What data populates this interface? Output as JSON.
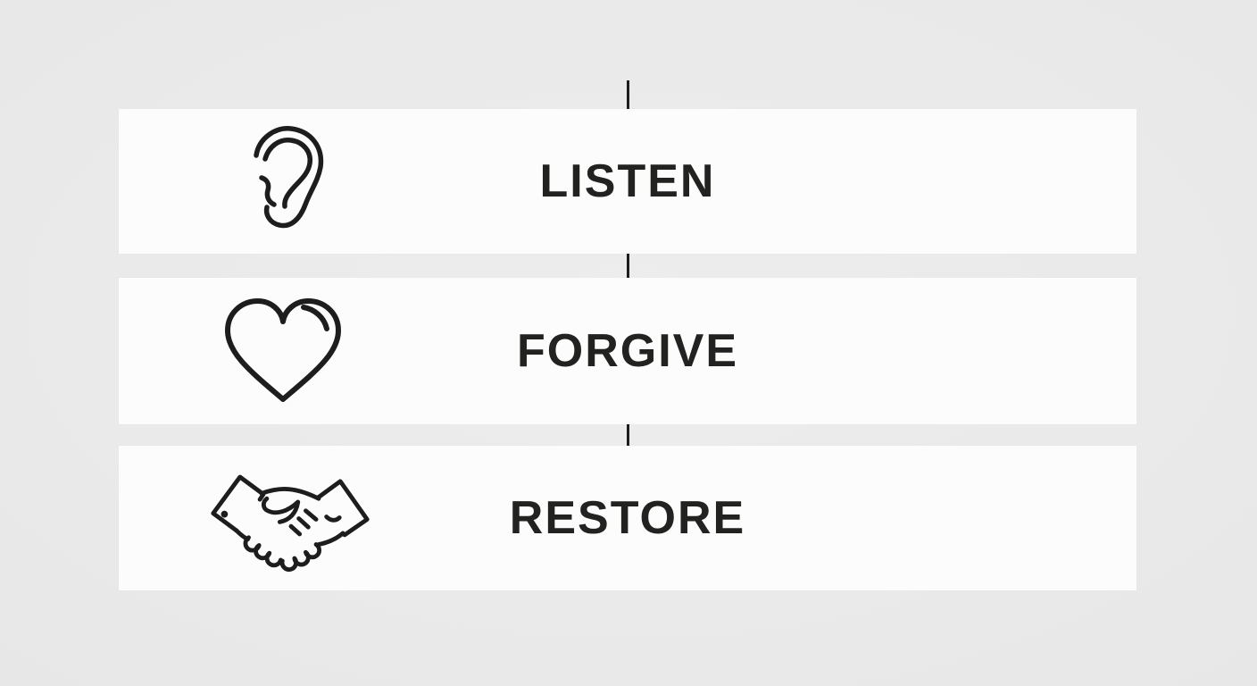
{
  "title": "Listen, Forgive, Restore three-step graphic",
  "colors": {
    "background": "#e8e8e8",
    "panel": "#fcfcfc",
    "ink": "#1d1d1d"
  },
  "steps": [
    {
      "label": "LISTEN",
      "icon": "ear-icon"
    },
    {
      "label": "FORGIVE",
      "icon": "heart-icon"
    },
    {
      "label": "RESTORE",
      "icon": "handshake-icon"
    }
  ]
}
